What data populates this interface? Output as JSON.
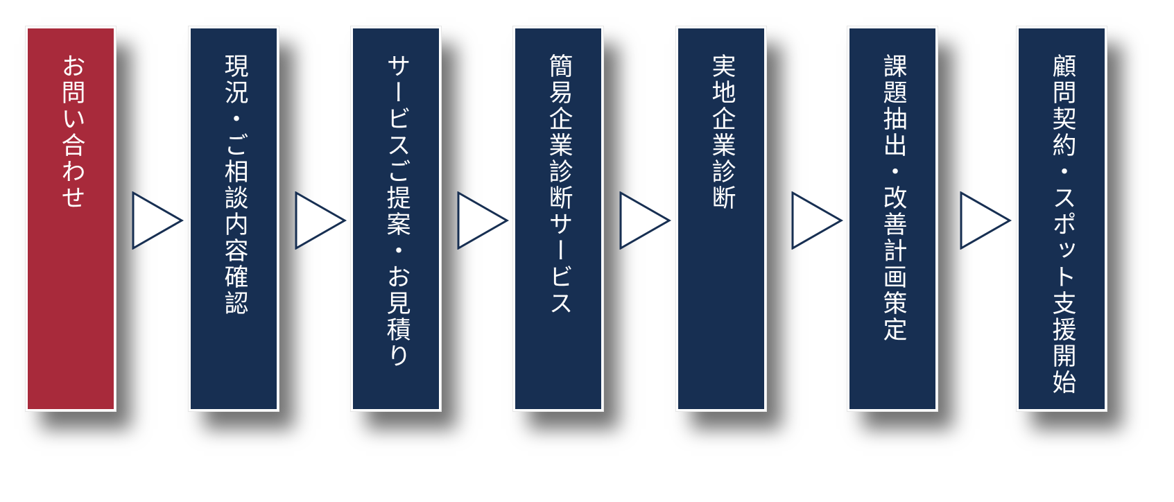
{
  "flow": {
    "colors": {
      "primary": "#172f52",
      "accent": "#a82a3b",
      "text": "#ffffff"
    },
    "connector_icon": "right-triangle-outline",
    "steps": [
      {
        "label": "お問い合わせ"
      },
      {
        "label": "現況・ご相談内容確認"
      },
      {
        "label": "サービスご提案・お見積り"
      },
      {
        "label": "簡易企業診断サービス"
      },
      {
        "label": "実地企業診断"
      },
      {
        "label": "課題抽出・改善計画策定"
      },
      {
        "label": "顧問契約・スポット支援開始"
      }
    ]
  }
}
